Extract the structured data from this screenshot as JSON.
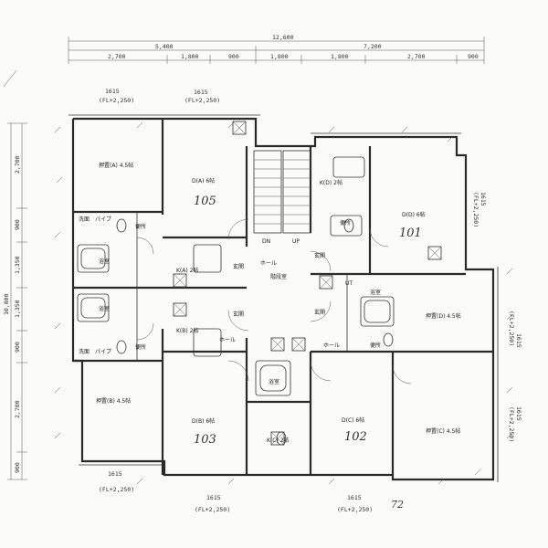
{
  "dimensions": {
    "top_total": "12,600",
    "top_split": [
      "5,400",
      "7,200"
    ],
    "top_detail": [
      "2,700",
      "1,800",
      "900",
      "1,800",
      "1,800",
      "2,700",
      "900"
    ],
    "left_total": "10,800",
    "left_detail": [
      "2,700",
      "900",
      "1,350",
      "1,350",
      "900",
      "2,700",
      "900"
    ]
  },
  "rooms": [
    {
      "id": "oshi-a",
      "label": "押置(A) 4.5帖"
    },
    {
      "id": "d-a",
      "label": "D(A) 6帖"
    },
    {
      "id": "k-d",
      "label": "K(D) 2帖"
    },
    {
      "id": "d-d",
      "label": "D(D) 6帖"
    },
    {
      "id": "k-a",
      "label": "K(A) 2帖"
    },
    {
      "id": "k-b",
      "label": "K(B) 2帖"
    },
    {
      "id": "oshi-d",
      "label": "押置(D) 4.5帖"
    },
    {
      "id": "oshi-b",
      "label": "押置(B) 4.5帖"
    },
    {
      "id": "d-b",
      "label": "D(B) 6帖"
    },
    {
      "id": "d-c",
      "label": "D(C) 6帖"
    },
    {
      "id": "k-c",
      "label": "K(C) 2帖"
    },
    {
      "id": "oshi-c",
      "label": "押置(C) 4.5帖"
    }
  ],
  "unit_numbers": [
    "105",
    "101",
    "103",
    "102"
  ],
  "small_labels": {
    "genkan": "玄関",
    "hall": "ホール",
    "kaidan": "階段室",
    "dn": "DN",
    "up": "UP",
    "ut": "UT",
    "benjo": "便所",
    "senmen": "洗面",
    "yoku": "浴室",
    "pipe": "パイプ"
  },
  "level_notes": [
    "1615",
    "(FL+2,250)"
  ],
  "handwritten_corner": "72"
}
